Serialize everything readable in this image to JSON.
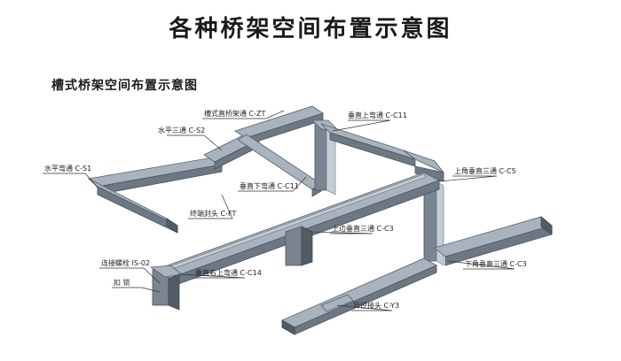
{
  "title": "各种桥架空间布置示意图",
  "subtitle": "槽式桥架空间布置示意图",
  "labels": {
    "straight": "槽式直桥架通 C-ZT",
    "h_tee": "水平三通 C-S2",
    "h_elbow": "水平弯通 C-S1",
    "down_elbow": "垂直下弯通 C-C11",
    "up_elbow": "垂直上弯通 C-C11",
    "end_cap": "终端封头 C-FT",
    "corner_tee": "上角垂直三通 C-C5",
    "side_tee": "上边垂直三通 C-C3",
    "right_up_elbow": "垂直右上弯通 C-C14",
    "bolt": "连接螺栓 IS-02",
    "buckle": "扣  锁",
    "lower_tee": "下角垂直三通 C-C3",
    "reducer": "异径接头 C-Y3"
  },
  "colors": {
    "tray_top": "#a9b3bd",
    "tray_side": "#6d7884",
    "tray_inner": "#c4ccd4"
  }
}
